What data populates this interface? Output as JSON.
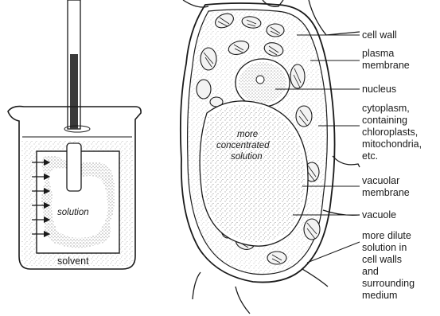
{
  "beaker": {
    "inner_label": "solution",
    "bottom_label": "solvent"
  },
  "cell": {
    "vacuole_label_lines": [
      "more",
      "concentrated",
      "solution"
    ],
    "callouts": [
      {
        "id": "cell-wall",
        "lines": [
          "cell wall"
        ]
      },
      {
        "id": "plasma-membrane",
        "lines": [
          "plasma",
          "membrane"
        ]
      },
      {
        "id": "nucleus",
        "lines": [
          "nucleus"
        ]
      },
      {
        "id": "cytoplasm",
        "lines": [
          "cytoplasm,",
          "containing",
          "chloroplasts,",
          "mitochondria,",
          "etc."
        ]
      },
      {
        "id": "vacuolar-membrane",
        "lines": [
          "vacuolar",
          "membrane"
        ]
      },
      {
        "id": "vacuole",
        "lines": [
          "vacuole"
        ]
      },
      {
        "id": "dilute-solution",
        "lines": [
          "more dilute",
          "solution in",
          "cell walls",
          "and",
          "surrounding",
          "medium"
        ]
      }
    ]
  },
  "colors": {
    "ink": "#1a1a1a",
    "tube_fill": "#3a3a3a",
    "stipple": "#555555",
    "background": "#ffffff"
  }
}
